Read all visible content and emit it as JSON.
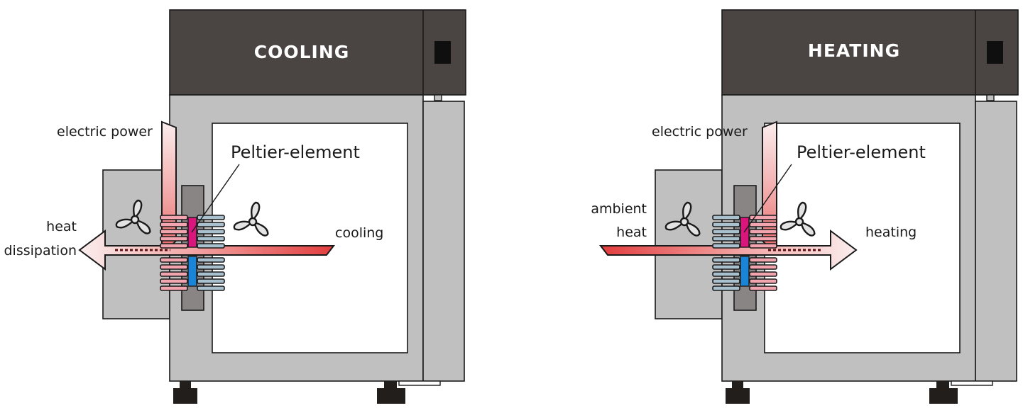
{
  "panels": [
    {
      "id": "cooling",
      "title": "COOLING",
      "labels": {
        "electric_power": "electric power",
        "peltier": "Peltier-element",
        "left_1": "heat",
        "left_2": "dissipation",
        "right": "cooling"
      }
    },
    {
      "id": "heating",
      "title": "HEATING",
      "labels": {
        "electric_power": "electric power",
        "peltier": "Peltier-element",
        "left_1": "ambient",
        "left_2": "heat",
        "right": "heating"
      }
    }
  ],
  "colors": {
    "housing": "#c0c0c0",
    "control_panel": "#4a4443",
    "hot": "#e33d3d",
    "hot_fins": "#f2a5ae",
    "cold_fins": "#a9c0cf",
    "peltier_hot": "#d9167b",
    "peltier_cold": "#1a85d6",
    "feet": "#221e1c"
  },
  "icons": [
    "fan-icon",
    "peltier-element-icon",
    "heat-sink-icon",
    "power-arrow-icon",
    "heat-flow-arrow-icon"
  ]
}
